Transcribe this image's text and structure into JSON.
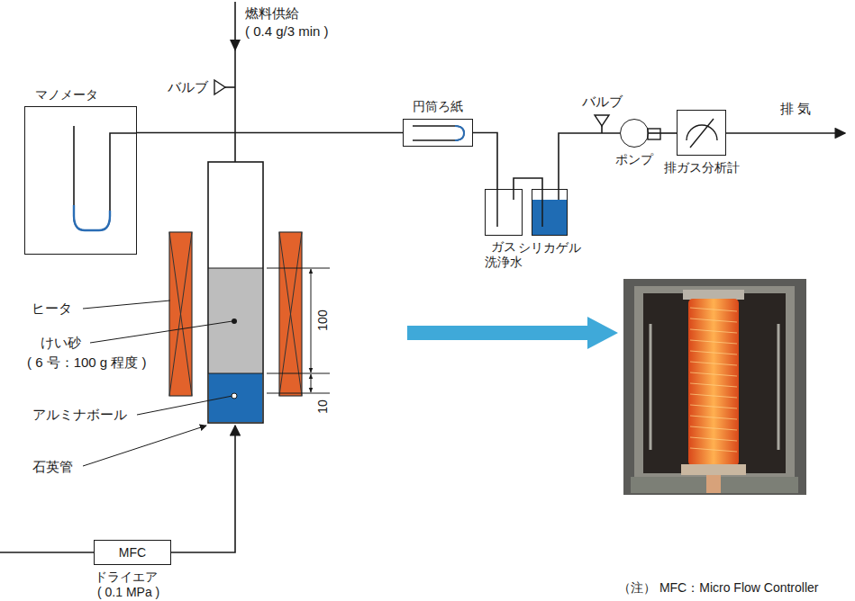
{
  "diagram": {
    "nodes": [
      {
        "text": [
          "マノメータ"
        ]
      },
      {
        "text": [
          "円筒ろ紙"
        ]
      },
      {
        "text": [
          "ガス 洗浄水"
        ]
      },
      {
        "text": [
          "シリカゲル"
        ]
      },
      {
        "text": [
          "ポンプ"
        ]
      },
      {
        "text": [
          "排ガス分析計"
        ]
      },
      {
        "text": [
          "MFC"
        ]
      }
    ],
    "edges": [
      {
        "from": 0,
        "to": 1,
        "arrow": "none"
      },
      {
        "from": 1,
        "to": 2,
        "arrow": "none"
      },
      {
        "from": 2,
        "to": 3,
        "arrow": "none"
      },
      {
        "from": 3,
        "to": 4,
        "arrow": "none"
      },
      {
        "from": 4,
        "to": 5,
        "arrow": "none"
      }
    ],
    "labels": [
      "燃料供給",
      "( 0.4 g/3 min )",
      "バルブ",
      "バルブ",
      "排 気",
      "ヒータ",
      "けい砂",
      "( 6 号：100 g 程度 )",
      "アルミナボール",
      "石英管",
      "100",
      "10",
      "ドライエア",
      "( 0.1 MPa )",
      "（注） MFC：Micro Flow Controller"
    ]
  }
}
